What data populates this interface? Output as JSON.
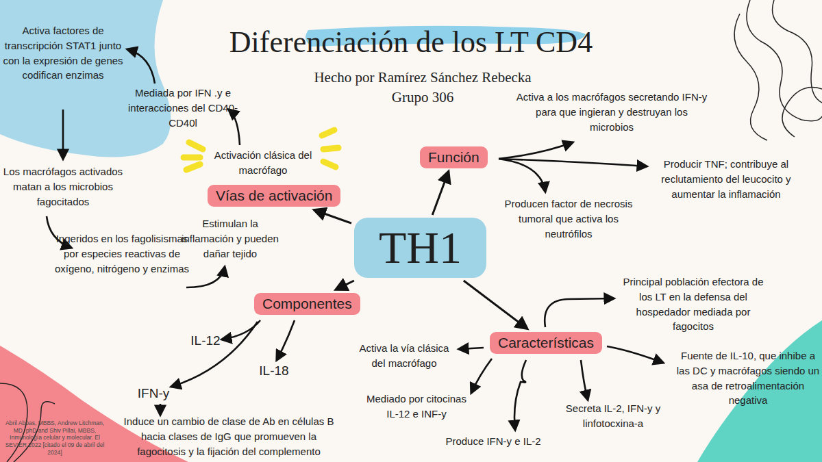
{
  "diagram": {
    "title": "Diferenciación de los LT CD4",
    "nodes": [
      {
        "text": [
          "TH1"
        ]
      },
      {
        "text": [
          "Vías de activación"
        ]
      },
      {
        "text": [
          "Función"
        ]
      },
      {
        "text": [
          "Componentes"
        ]
      },
      {
        "text": [
          "Características"
        ]
      }
    ],
    "edges": [
      {
        "from": 0,
        "to": 1,
        "arrow": "to"
      },
      {
        "from": 0,
        "to": 2,
        "arrow": "to"
      },
      {
        "from": 0,
        "to": 3,
        "arrow": "to"
      },
      {
        "from": 0,
        "to": 4,
        "arrow": "to"
      }
    ],
    "labels": [
      "Hecho por Ramírez Sánchez Rebecka",
      "Grupo 306",
      "Activa factores de transcripción STAT1 junto con la expresión de genes codifican enzimas",
      "Mediada por IFN .y e interacciones del CD40-CD40l",
      "Activación clásica del macrófago",
      "Los macrófagos activados matan a los microbios fagocitados",
      "Ingeridos en los fagolisismas por especies reactivas de oxígeno, nitrógeno y enzimas",
      "Estimulan la inflamación y pueden dañar tejido",
      "Activa a los macrófagos secretando IFN-y para que ingieran y destruyan los microbios",
      "Producir TNF; contribuye al reclutamiento del leucocito y aumentar la inflamación",
      "Producen factor de necrosis tumoral que activa los neutrófilos",
      "Principal población efectora de los LT en la defensa del hospedador mediada por fagocitos",
      "Fuente de IL-10, que inhibe a las DC y macrófagos siendo un asa de retroalimentación negativa",
      "Activa la vía clásica del macrófago",
      "Mediado por citocinas IL-12 e INF-y",
      "Produce IFN-y e IL-2",
      "Secreta IL-2, IFN-y y linfotocxina-a",
      "IL-12",
      "IL-18",
      "IFN-y",
      "Induce un cambio de clase de Ab en células B hacia clases de IgG que promueven la fagocitosis y la fijación del complemento",
      "Abril Abbas, MBBS, Andrew Litchman, MD, phD and Shiv Pillai, MBBS, Inmunología celular y molecular. El SEVIER 2022 [citado el 09 de abril del 2024]"
    ]
  }
}
